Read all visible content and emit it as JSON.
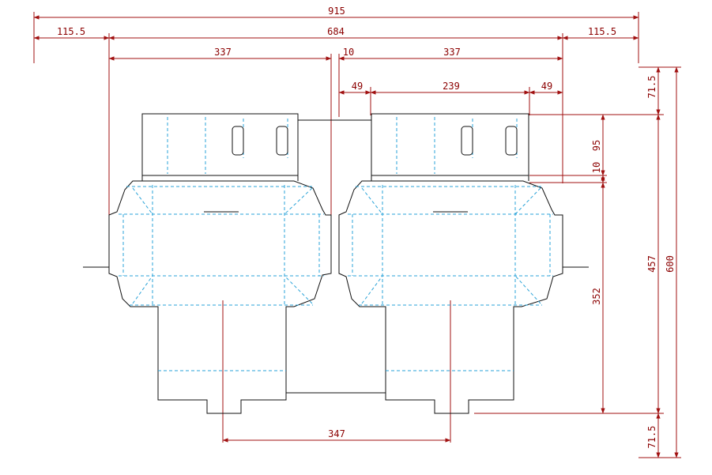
{
  "dimensions": {
    "overall_width": "915",
    "left_margin": "115.5",
    "net_width": "684",
    "right_margin": "115.5",
    "panel_left": "337",
    "gap": "10",
    "panel_right": "337",
    "flap_left": "49",
    "inner_width": "239",
    "flap_right": "49",
    "top_margin": "71.5",
    "lid_height": "95",
    "lid_gap": "10",
    "body_height": "352",
    "net_height": "457",
    "overall_height": "600",
    "bottom_margin": "71.5",
    "tray_spacing": "347"
  },
  "colors": {
    "dimension": "#a01010",
    "cut_line": "#111111",
    "fold_line": "#2aa3d8"
  }
}
